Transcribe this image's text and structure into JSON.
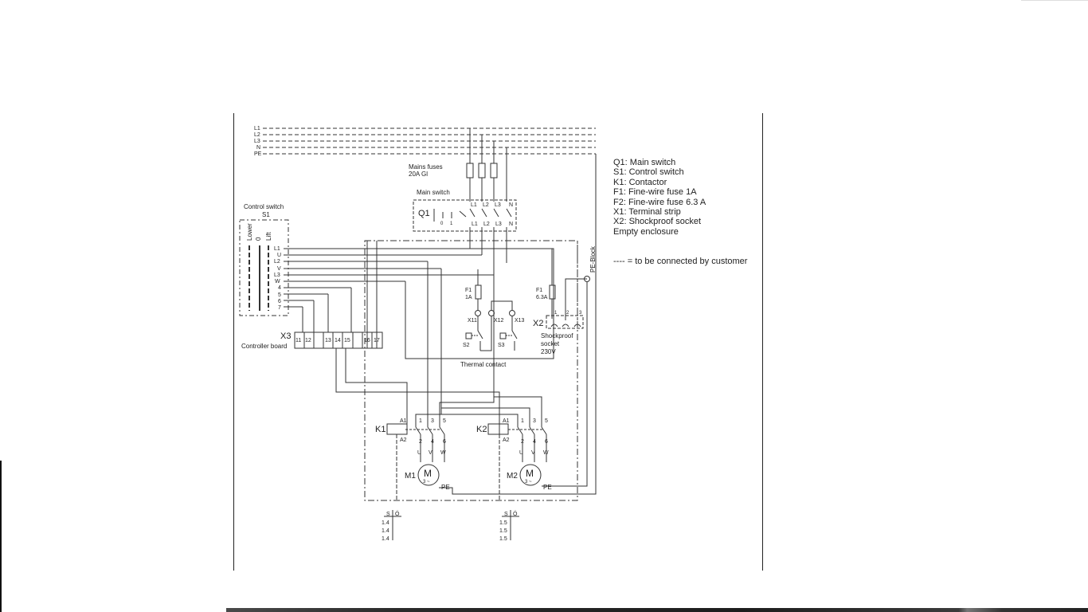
{
  "lines": [
    "L1",
    "L2",
    "L3",
    "N",
    "PE"
  ],
  "labels": {
    "mains_fuses": "Mains fuses",
    "mains_rating": "20A Gl",
    "main_switch": "Main switch",
    "q1": "Q1",
    "q1_pos_off": "0",
    "q1_pos_on": "1",
    "q1_top_terms": [
      "L1",
      "L2",
      "L3",
      "N"
    ],
    "q1_bottom_terms": [
      "L1",
      "L2",
      "L3",
      "N"
    ],
    "control_switch": "Control switch",
    "s1": "S1",
    "lower": "Lower",
    "zero": "0",
    "lift": "Lift",
    "s1_terms": [
      "L1",
      "U",
      "L2",
      "V",
      "L3",
      "W",
      "4",
      "5",
      "6",
      "7"
    ],
    "x3": "X3",
    "controller_board": "Controller board",
    "x3_terms": [
      "11",
      "12",
      "13",
      "14",
      "15",
      "16",
      "17"
    ],
    "f1_small": "F1",
    "f1_small_rating": "1A",
    "f1_large": "F1",
    "f1_large_rating": "6.3A",
    "x11": "X11",
    "x12": "X12",
    "x13": "X13",
    "s2": "S2",
    "s3": "S3",
    "thermal_contact": "Thermal contact",
    "x2": "X2",
    "x2_terms": [
      "1",
      "2",
      "3"
    ],
    "shockproof_socket": "Shockproof",
    "socket": "socket",
    "voltage": "230V",
    "pe_block": "PE-Block",
    "k1": "K1",
    "k2": "K2",
    "a1": "A1",
    "a2": "A2",
    "contact_top": [
      "1",
      "3",
      "5"
    ],
    "contact_bottom": [
      "2",
      "4",
      "6"
    ],
    "motor_terms": [
      "U",
      "V",
      "W"
    ],
    "m1": "M1",
    "m2": "M2",
    "motor_symbol": "M",
    "motor_phase": "3 ~",
    "pe": "PE",
    "ref_s": "S",
    "ref_o": "Ö",
    "ref_k1": [
      "1.4",
      "1.4",
      "1.4"
    ],
    "ref_k2": [
      "1.5",
      "1.5",
      "1.5"
    ]
  },
  "legend": [
    "Q1: Main switch",
    "S1: Control switch",
    "K1: Contactor",
    "F1: Fine-wire fuse 1A",
    "F2: Fine-wire fuse 6.3 A",
    "X1: Terminal strip",
    "X2: Shockproof socket",
    "Empty enclosure"
  ],
  "customer_note": "---- = to be connected by customer"
}
